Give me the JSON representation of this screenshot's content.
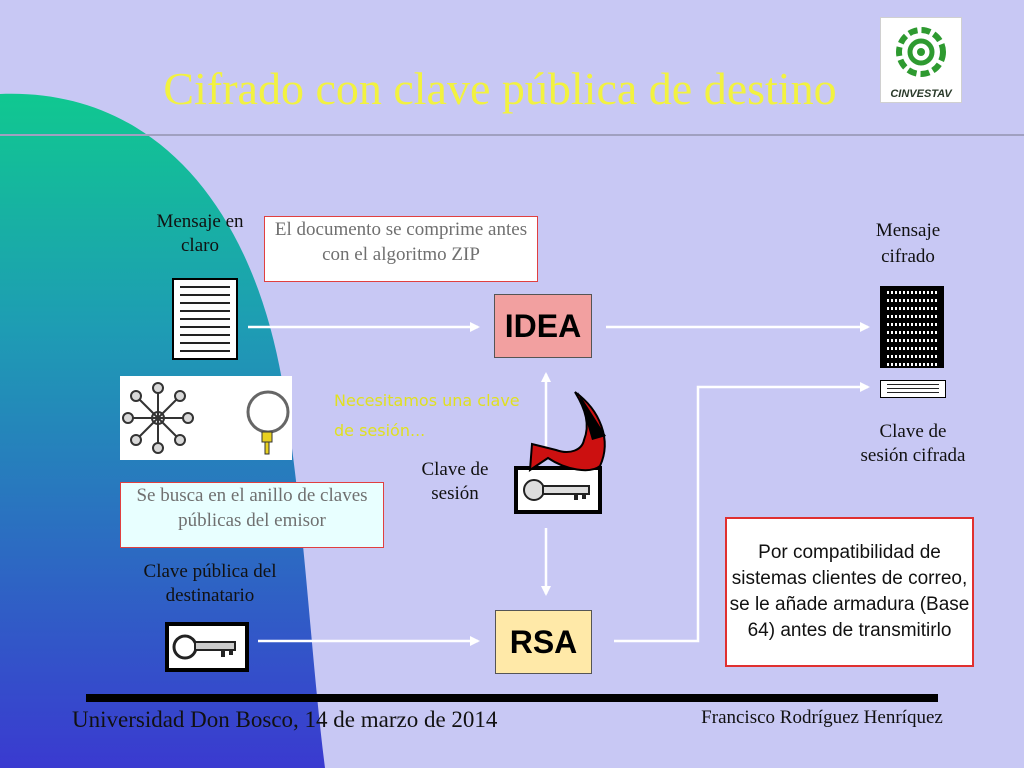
{
  "slide": {
    "title": "Cifrado con clave pública de destino",
    "logo": {
      "icon": "cinvestav-logo-icon",
      "text": "CINVESTAV",
      "color": "#2e9a30"
    },
    "labels": {
      "plain_message": "Mensaje en claro",
      "encrypted_message": "Mensaje cifrado",
      "session_key": "Clave de sesión",
      "encrypted_session_key": "Clave de sesión cifrada",
      "recipient_public_key": "Clave pública del destinatario"
    },
    "notes": {
      "zip": "El documento se comprime antes con el algoritmo ZIP",
      "keyring": "Se busca en el anillo de claves públicas del emisor",
      "need_key": "Necesitamos una clave de sesión...",
      "armor": "Por compatibilidad de sistemas clientes de correo, se le añade armadura (Base 64) antes de transmitirlo"
    },
    "boxes": {
      "idea": "IDEA",
      "rsa": "RSA"
    },
    "footer": {
      "left": "Universidad Don Bosco, 14 de marzo de 2014",
      "right": "Francisco Rodríguez Henríquez"
    },
    "colors": {
      "background": "#c8c8f4",
      "title": "#f2f240",
      "idea_box": "#f2a0a0",
      "rsa_box": "#ffe9a8",
      "note_border": "#e04040",
      "highlight_text": "#e0e020",
      "gradient_top": "#10c890",
      "gradient_bottom": "#3a3ad0"
    },
    "icons": [
      "document-icon",
      "encrypted-document-icon",
      "encrypted-key-icon",
      "keyring-icon",
      "key-ring-icon",
      "public-key-icon",
      "session-key-icon",
      "curved-arrow-icon"
    ]
  }
}
